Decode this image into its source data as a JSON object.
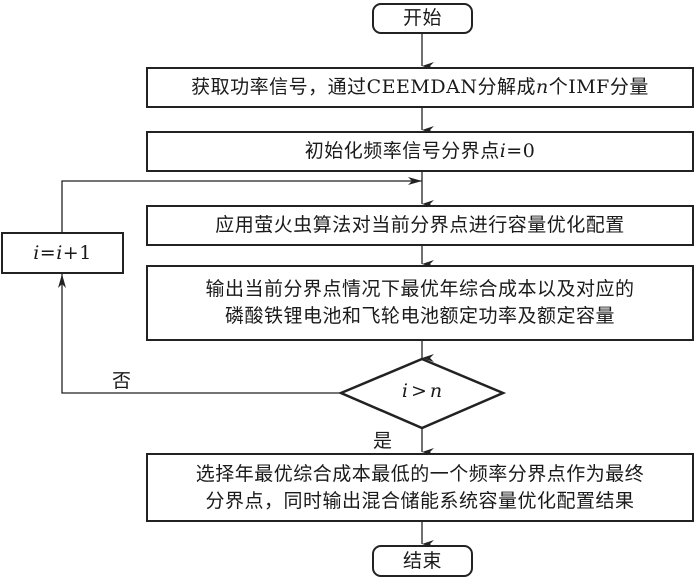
{
  "flowchart": {
    "start": "开始",
    "step1": {
      "prefix": "获取功率信号，通过CEEMDAN分解成",
      "var": "n",
      "suffix": "个IMF分量"
    },
    "step2": {
      "prefix": "初始化频率信号分界点",
      "var": "i",
      "suffix": "=0"
    },
    "step3": "应用萤火虫算法对当前分界点进行容量优化配置",
    "step4": {
      "line1": "输出当前分界点情况下最优年综合成本以及对应的",
      "line2": "磷酸铁锂电池和飞轮电池额定功率及额定容量"
    },
    "decision": {
      "var1": "i",
      "op": ">",
      "var2": "n"
    },
    "no_label": "否",
    "yes_label": "是",
    "increment": {
      "var1": "i",
      "eq": "=",
      "var2": "i",
      "suffix": "+1"
    },
    "step5": {
      "line1": "选择年最优综合成本最低的一个频率分界点作为最终",
      "line2": "分界点，同时输出混合储能系统容量优化配置结果"
    },
    "end": "结束"
  }
}
